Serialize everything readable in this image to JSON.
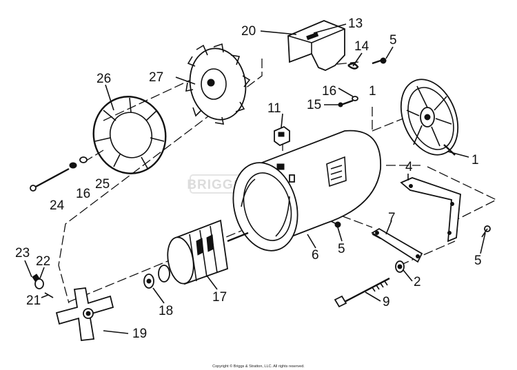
{
  "watermark": "BRIGGS&STRATTON",
  "copyright": "Copyright © Briggs & Stratton, LLC. All rights reserved.",
  "callouts": {
    "c20": "20",
    "c13": "13",
    "c5a": "5",
    "c14": "14",
    "c26": "26",
    "c27": "27",
    "c16a": "16",
    "c15": "15",
    "c1a": "1",
    "c11": "11",
    "c1b": "1",
    "c4": "4",
    "c24": "24",
    "c16b": "16",
    "c25": "25",
    "c7": "7",
    "c6": "6",
    "c5b": "5",
    "c5c": "5",
    "c23": "23",
    "c22": "22",
    "c21": "21",
    "c18": "18",
    "c17": "17",
    "c2": "2",
    "c9": "9",
    "c19": "19"
  }
}
